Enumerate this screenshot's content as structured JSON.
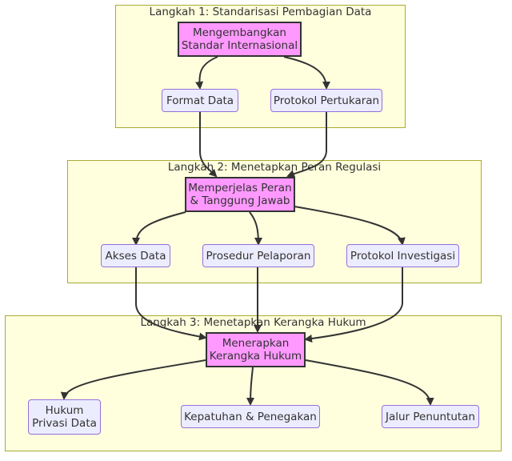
{
  "clusters": {
    "step1": {
      "title": "Langkah 1: Standarisasi Pembagian Data"
    },
    "step2": {
      "title": "Langkah 2: Menetapkan Peran Regulasi"
    },
    "step3": {
      "title": "Langkah 3: Menetapkan Kerangka Hukum"
    }
  },
  "nodes": {
    "develop_standards": "Mengembangkan\nStandar Internasional",
    "data_format": "Format Data",
    "exchange_protocol": "Protokol Pertukaran",
    "clarify_roles": "Memperjelas Peran\n& Tanggung Jawab",
    "data_access": "Akses Data",
    "reporting_procedure": "Prosedur Pelaporan",
    "investigation_protocol": "Protokol Investigasi",
    "apply_framework": "Menerapkan\nKerangka Hukum",
    "privacy_law": "Hukum\nPrivasi Data",
    "compliance_enforcement": "Kepatuhan & Penegakan",
    "prosecution_path": "Jalur Penuntutan"
  },
  "colors": {
    "cluster_fill": "#ffffde",
    "cluster_border": "#aaaa33",
    "key_node_fill": "#ff99ff",
    "sub_node_fill": "#ececff",
    "sub_node_border": "#9370db",
    "edge": "#333333"
  }
}
